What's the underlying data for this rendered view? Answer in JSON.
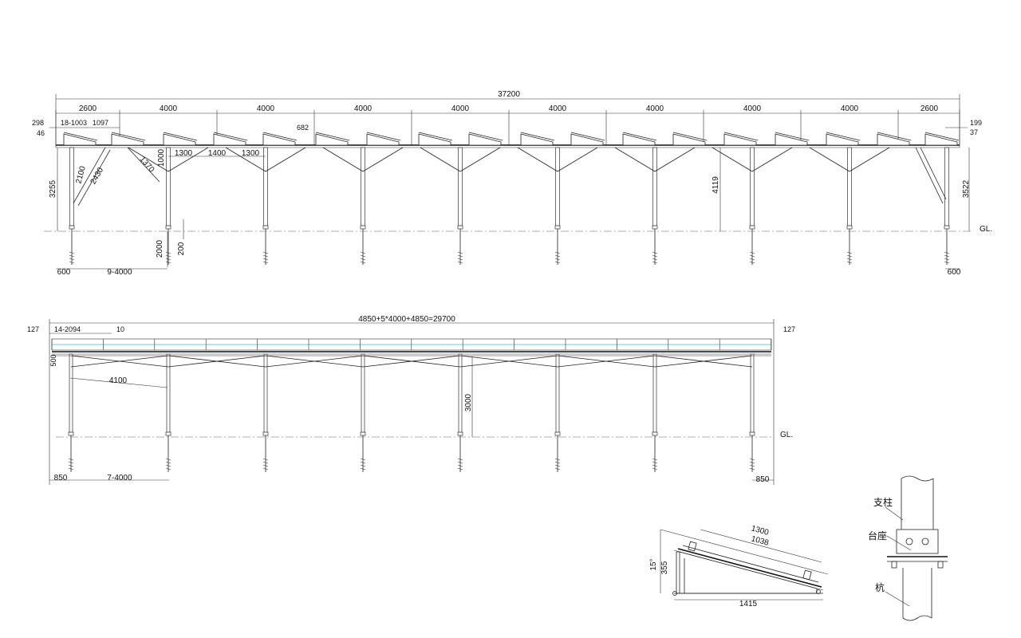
{
  "side_view": {
    "dims_top": [
      "37200",
      "2600",
      "4000",
      "4000",
      "4000",
      "4000",
      "4000",
      "4000",
      "4000",
      "4000",
      "2600"
    ],
    "small_dims": {
      "d298": "298",
      "d46": "46",
      "d1003": "18-1003",
      "d1097": "1097",
      "d682": "682",
      "d199": "199",
      "d37": "37"
    },
    "column_dims": {
      "d3255": "3255",
      "d2100": "2100",
      "d2430": "2430",
      "d1370": "1370",
      "d1000": "1000",
      "d1300a": "1300",
      "d1400": "1400",
      "d1300b": "1300",
      "d4119": "4119",
      "d3522": "3522",
      "d2000": "2000",
      "d200": "200"
    },
    "bottom_dims": {
      "d600l": "600",
      "d9x4000": "9-4000",
      "d600r": "600"
    },
    "gl": "GL."
  },
  "front_view": {
    "total": "4850+5*4000+4850=29700",
    "d127l": "127",
    "d127r": "127",
    "d14x2094": "14-2094",
    "d10": "10",
    "d500": "500",
    "d4100": "4100",
    "d3000": "3000",
    "d850l": "850",
    "d7x4000": "7-4000",
    "d850r": "850",
    "gl": "GL."
  },
  "mount_detail": {
    "d1300": "1300",
    "d1038": "1038",
    "d355": "355",
    "angle": "15°",
    "d1415": "1415"
  },
  "pile_detail": {
    "column": "支柱",
    "base": "台座",
    "pile": "杭"
  }
}
